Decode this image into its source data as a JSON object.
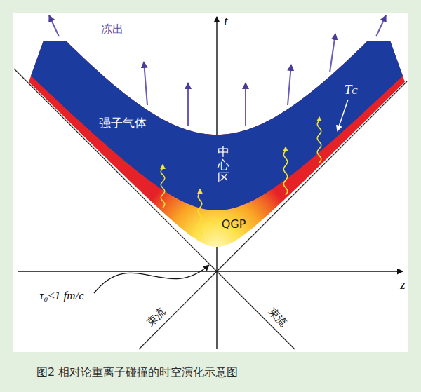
{
  "diagram": {
    "caption": "图2 相对论重离子碰撞的时空演化示意图",
    "nodes": [
      {
        "text": [
          "强子气体",
          "中心区"
        ]
      },
      {
        "text": [
          "QGP"
        ]
      }
    ],
    "labels": [
      "冻出",
      "t",
      "TC",
      "τ₀≤1 fm/c",
      "束流",
      "束流",
      "z"
    ]
  }
}
